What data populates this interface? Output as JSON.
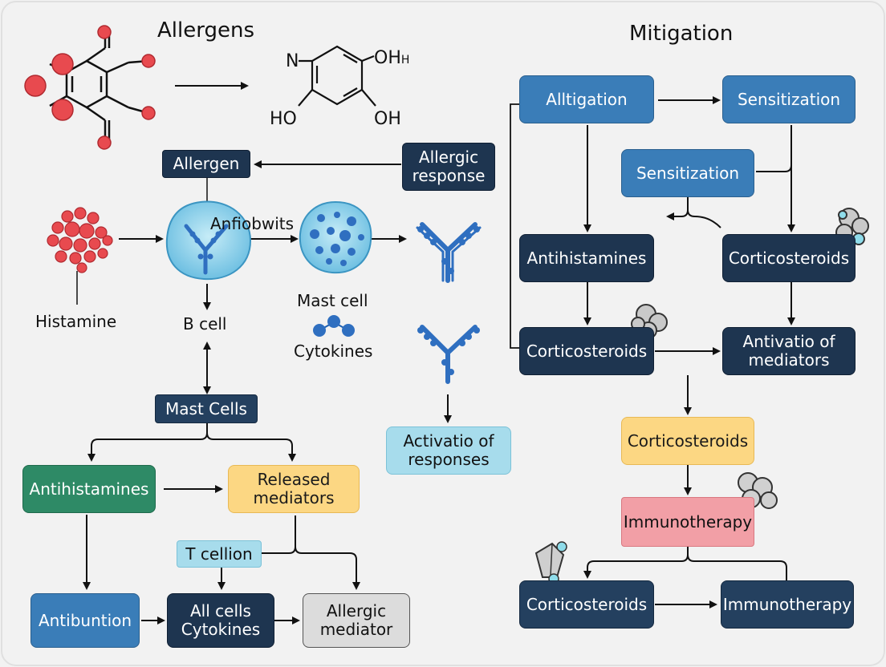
{
  "titles": {
    "allergens": "Allergens",
    "mitigation": "Mitigation"
  },
  "molecule_labels": {
    "n": "N",
    "oh_top": "OH",
    "oh_top_sub": "H",
    "ho": "HO",
    "oh_bottom": "OH"
  },
  "left": {
    "allergen": "Allergen",
    "allergic_response": "Allergic\nresponse",
    "antibodies": "Anfiobwits",
    "histamine": "Histamine",
    "b_cell": "B cell",
    "mast_cell": "Mast cell",
    "cytokines": "Cytokines",
    "mast_cells": "Mast Cells",
    "antihistamines": "Antihistamines",
    "released_mediators": "Released\nmediators",
    "activation_responses": "Activatio of\nresponses",
    "t_cellion": "T cellion",
    "antibuntion": "Antibuntion",
    "all_cells_cytokines": "All cells\nCytokines",
    "allergic_mediator": "Allergic\nmediator"
  },
  "right": {
    "alltigation": "Alltigation",
    "sensitization_top": "Sensitization",
    "sensitization_mid": "Sensitization",
    "antihistamines": "Antihistamines",
    "corticosteroids_right": "Corticosteroids",
    "corticosteroids_left": "Corticosteroids",
    "activation_mediators": "Antivatio of\nmediators",
    "corticosteroids_center": "Corticosteroids",
    "immunotherapy_center": "Immunotherapy",
    "corticosteroids_bottom": "Corticosteroids",
    "immunotherapy_bottom": "Immunotherapy"
  },
  "colors": {
    "navy": "#1e3550",
    "blue": "#3a7db8",
    "green": "#2e8a66",
    "yellow": "#fcd783",
    "cyan": "#a7dcec",
    "pink": "#f29fa6",
    "grey": "#dcdcdc",
    "molecule_red": "#e84a4f",
    "antibody_blue": "#2f6fc0",
    "cell_fill": "#8fd0ea"
  }
}
